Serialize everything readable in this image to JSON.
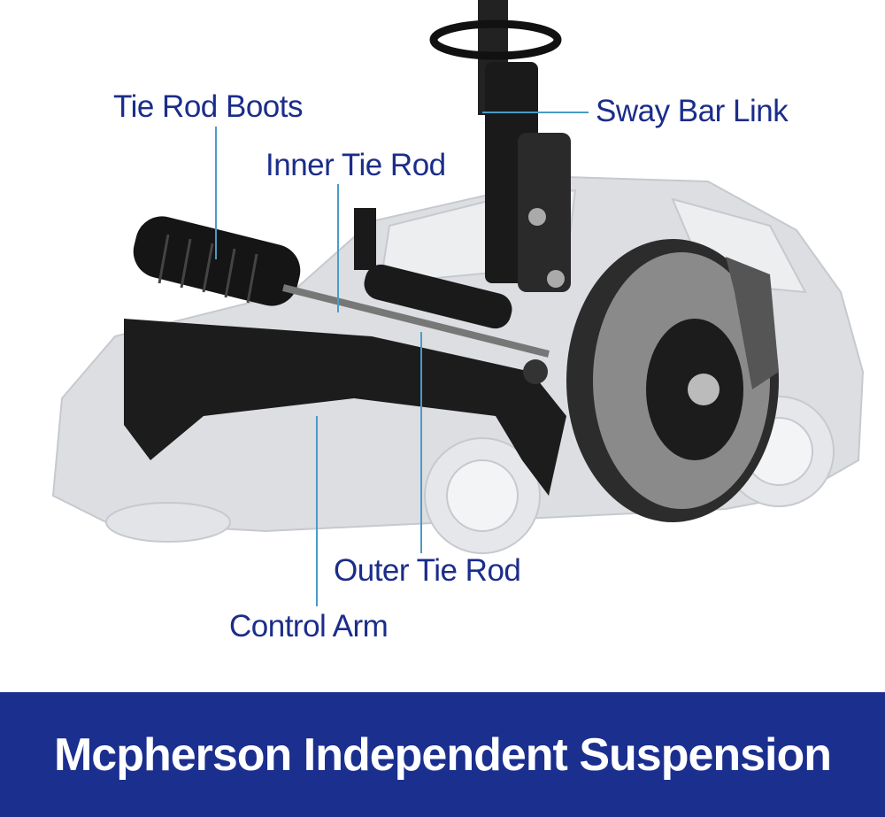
{
  "labels": {
    "tie_rod_boots": "Tie Rod Boots",
    "inner_tie_rod": "Inner Tie Rod",
    "sway_bar_link": "Sway Bar Link",
    "outer_tie_rod": "Outer  Tie Rod",
    "control_arm": "Control Arm"
  },
  "banner": {
    "title": "Mcpherson Independent Suspension"
  },
  "colors": {
    "label_text": "#1b2d8a",
    "leader_line": "#4a9bc8",
    "banner_bg": "#1b2f8e",
    "banner_text": "#ffffff"
  }
}
